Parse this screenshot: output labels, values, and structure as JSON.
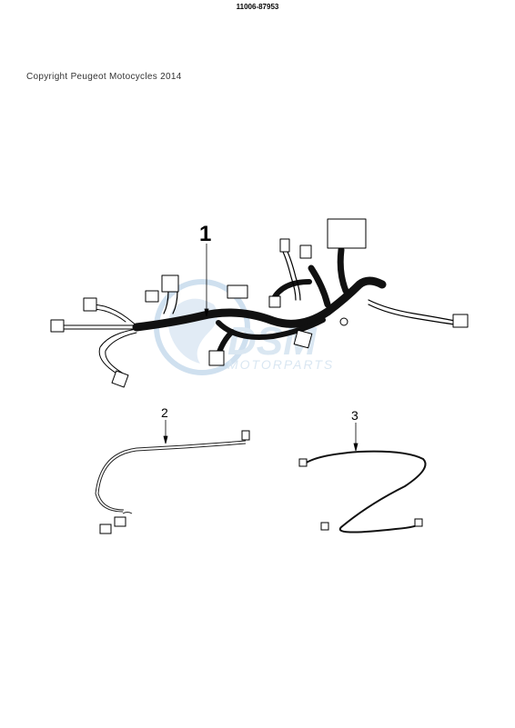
{
  "header": {
    "part_number": "11006-87953"
  },
  "footer": {
    "copyright": "Copyright Peugeot Motocycles 2014"
  },
  "watermark": {
    "brand_main": "DSM",
    "brand_sub": "MOTORPARTS"
  },
  "callouts": [
    {
      "label": "1"
    },
    {
      "label": "2"
    },
    {
      "label": "3"
    }
  ],
  "colors": {
    "harness": "#111111",
    "line": "#000000",
    "watermark": "#bcd4e8"
  }
}
